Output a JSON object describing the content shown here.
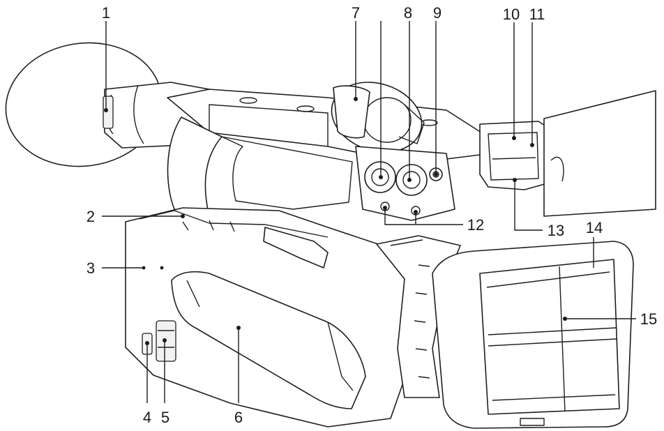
{
  "callouts": [
    {
      "id": "1",
      "text": "1"
    },
    {
      "id": "2",
      "text": "2"
    },
    {
      "id": "3",
      "text": "3"
    },
    {
      "id": "4",
      "text": "4"
    },
    {
      "id": "5",
      "text": "5"
    },
    {
      "id": "6",
      "text": "6"
    },
    {
      "id": "7",
      "text": "7"
    },
    {
      "id": "8",
      "text": "8"
    },
    {
      "id": "9",
      "text": "9"
    },
    {
      "id": "10",
      "text": "10"
    },
    {
      "id": "11",
      "text": "11"
    },
    {
      "id": "12",
      "text": "12"
    },
    {
      "id": "13",
      "text": "13"
    },
    {
      "id": "14",
      "text": "14"
    },
    {
      "id": "15",
      "text": "15"
    }
  ],
  "icons": {
    "camcorder": "camcorder-illustration"
  }
}
